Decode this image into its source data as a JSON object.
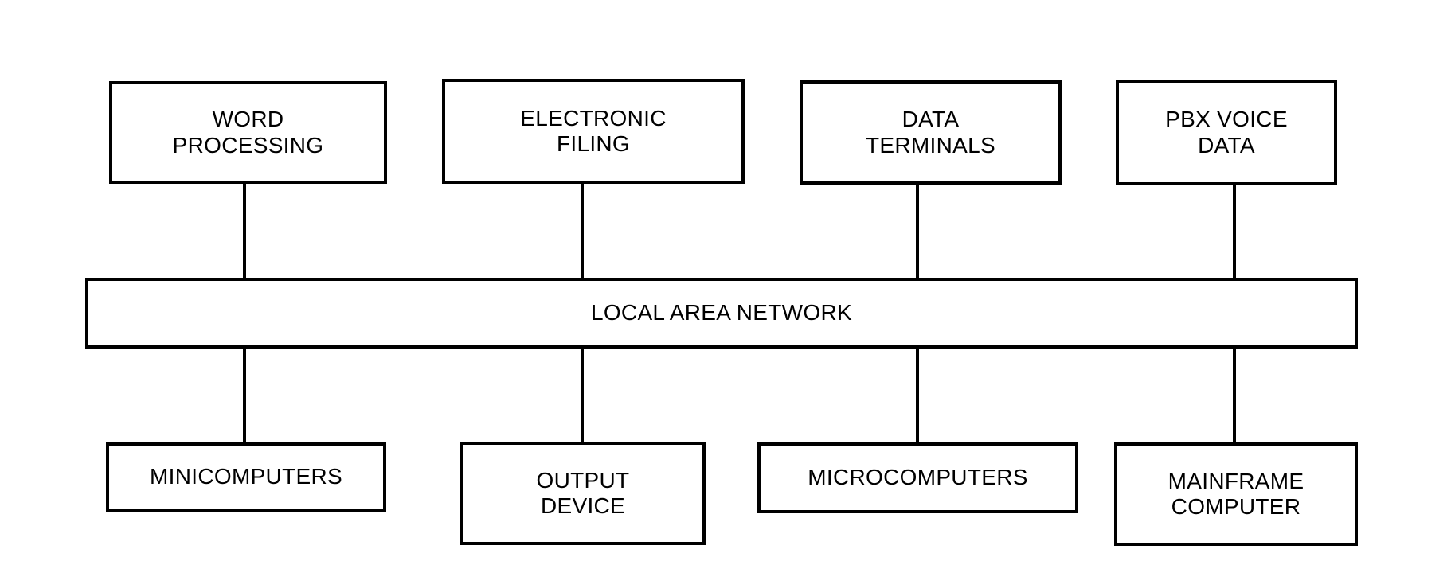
{
  "diagram": {
    "top_nodes": [
      {
        "label": "WORD\nPROCESSING"
      },
      {
        "label": "ELECTRONIC\nFILING"
      },
      {
        "label": "DATA\nTERMINALS"
      },
      {
        "label": "PBX VOICE\nDATA"
      }
    ],
    "bus": {
      "label": "LOCAL AREA NETWORK"
    },
    "bottom_nodes": [
      {
        "label": "MINICOMPUTERS"
      },
      {
        "label": "OUTPUT\nDEVICE"
      },
      {
        "label": "MICROCOMPUTERS"
      },
      {
        "label": "MAINFRAME\nCOMPUTER"
      }
    ],
    "connections": [
      {
        "from": "WORD PROCESSING",
        "to": "LOCAL AREA NETWORK"
      },
      {
        "from": "ELECTRONIC FILING",
        "to": "LOCAL AREA NETWORK"
      },
      {
        "from": "DATA TERMINALS",
        "to": "LOCAL AREA NETWORK"
      },
      {
        "from": "PBX VOICE DATA",
        "to": "LOCAL AREA NETWORK"
      },
      {
        "from": "LOCAL AREA NETWORK",
        "to": "MINICOMPUTERS"
      },
      {
        "from": "LOCAL AREA NETWORK",
        "to": "OUTPUT DEVICE"
      },
      {
        "from": "LOCAL AREA NETWORK",
        "to": "MICROCOMPUTERS"
      },
      {
        "from": "LOCAL AREA NETWORK",
        "to": "MAINFRAME COMPUTER"
      }
    ],
    "colors": {
      "stroke": "#000000",
      "fill": "#ffffff",
      "text": "#000000"
    }
  }
}
